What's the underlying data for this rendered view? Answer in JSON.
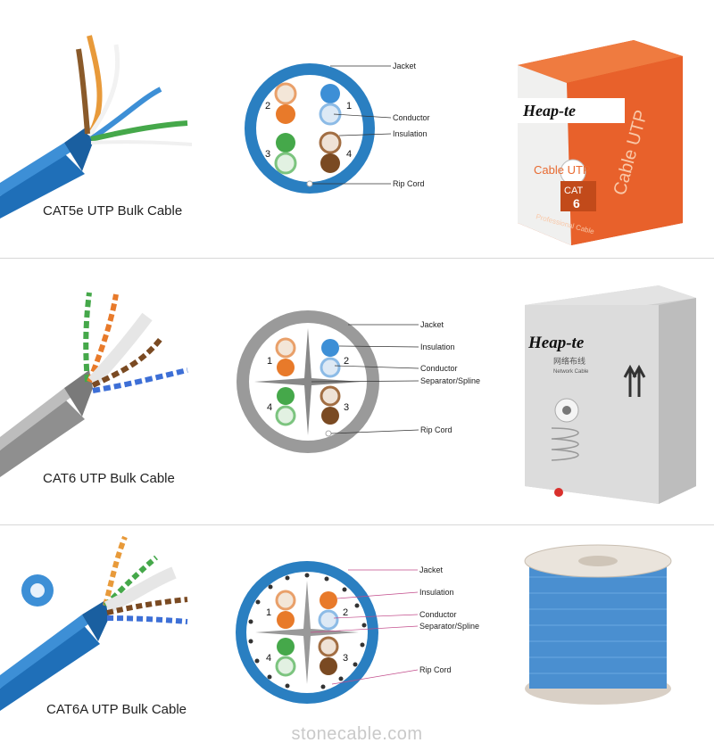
{
  "sections": [
    {
      "caption": "CAT5e UTP Bulk Cable",
      "labels": {
        "jacket": "Jacket",
        "conductor": "Conductor",
        "insulation": "Insulation",
        "rip_cord": "Rip Cord"
      },
      "pair_numbers": [
        "2",
        "1",
        "3",
        "4"
      ],
      "jacket_color": "#2a7fc1",
      "box": {
        "brand": "Heap-te",
        "product": "Cable UTP",
        "cat": "CAT",
        "cat_num": "6",
        "side_text": "Cable UTP",
        "strip_text": "Professional Cable",
        "color": "#e8612b"
      }
    },
    {
      "caption": "CAT6 UTP Bulk Cable",
      "labels": {
        "jacket": "Jacket",
        "insulation": "Insulation",
        "conductor": "Conductor",
        "separator": "Separator/Spline",
        "rip_cord": "Rip Cord"
      },
      "pair_numbers": [
        "1",
        "2",
        "4",
        "3"
      ],
      "jacket_color": "#9a9a9a",
      "box": {
        "brand": "Heap-te",
        "subtitle_cn": "网络布线",
        "subtitle_en": "Network Cable",
        "color": "#d9d9d9"
      }
    },
    {
      "caption": "CAT6A UTP Bulk Cable",
      "labels": {
        "jacket": "Jacket",
        "insulation": "Insulation",
        "conductor": "Conductor",
        "separator": "Separator/Spline",
        "rip_cord": "Rip Cord"
      },
      "pair_numbers": [
        "1",
        "2",
        "4",
        "3"
      ],
      "jacket_color": "#2a7fc1",
      "reel_color": "#4a8fd0"
    }
  ],
  "watermark": "stonecable.com"
}
